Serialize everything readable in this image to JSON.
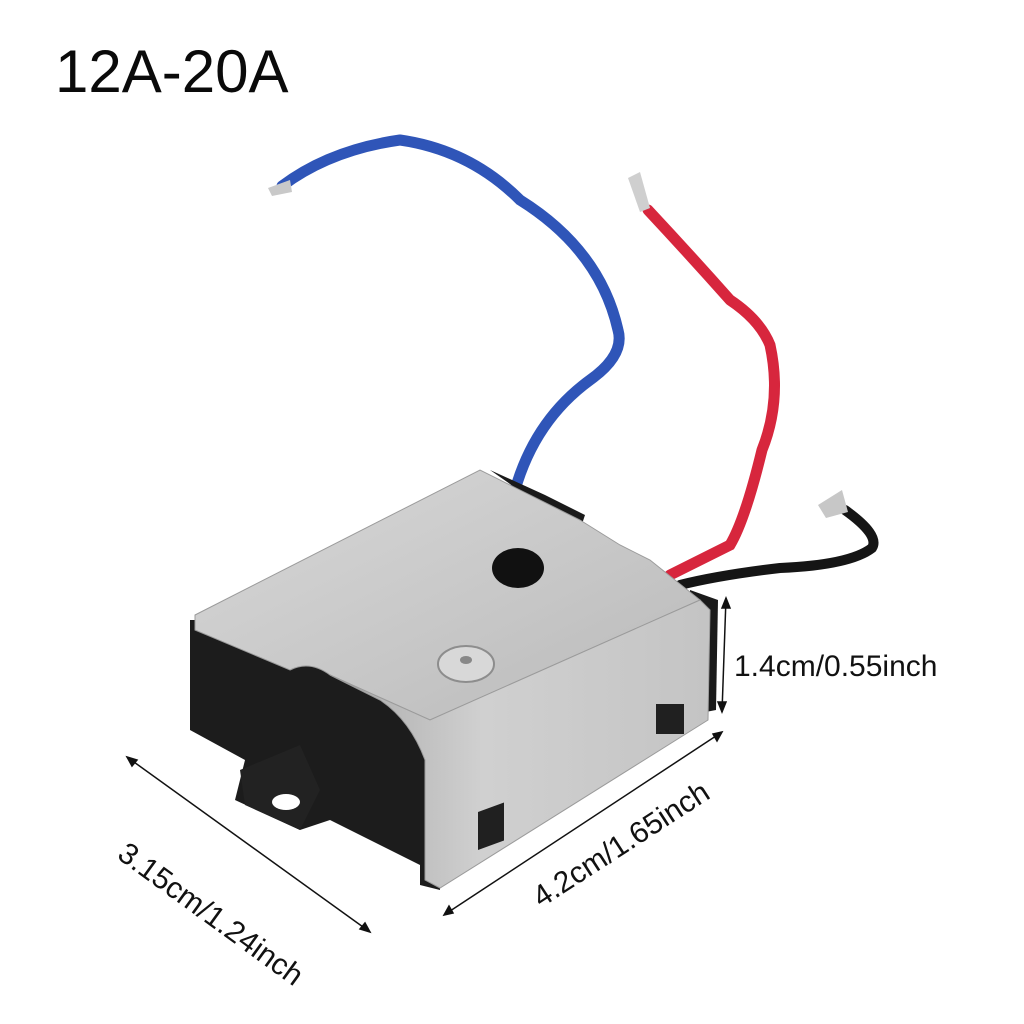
{
  "product": {
    "title": "12A-20A",
    "description": "Soft start switch module with metal cover, black plastic base and mounting tab, three leads",
    "colors": {
      "background": "#ffffff",
      "metal_cover": "#c9c9c9",
      "plastic_base": "#1c1c1c",
      "wire_blue": "#2f55b8",
      "wire_red": "#d7263d",
      "wire_black": "#151515",
      "wire_tip": "#c8c8c8",
      "text": "#111111"
    },
    "wires": [
      {
        "color_name": "blue"
      },
      {
        "color_name": "red"
      },
      {
        "color_name": "black"
      }
    ]
  },
  "dimensions": {
    "height": "1.4cm/0.55inch",
    "length": "3.15cm/1.24inch",
    "width": "4.2cm/1.65inch"
  }
}
